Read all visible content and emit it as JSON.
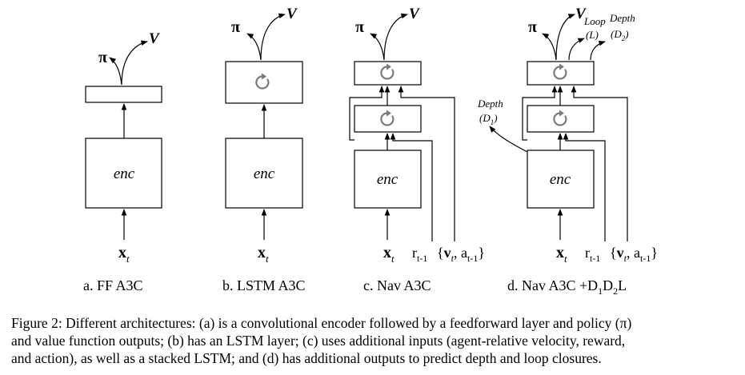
{
  "figure": {
    "panels": [
      {
        "label": "a. FF A3C",
        "enc": "enc",
        "pi": "π",
        "v": "V",
        "input": "x",
        "input_sub": "t"
      },
      {
        "label": "b. LSTM A3C",
        "enc": "enc",
        "pi": "π",
        "v": "V",
        "input": "x",
        "input_sub": "t"
      },
      {
        "label": "c. Nav A3C",
        "enc": "enc",
        "pi": "π",
        "v": "V",
        "input": "x",
        "input_sub": "t",
        "reward": "r",
        "reward_sub": "t-1",
        "extra_v": "v",
        "extra_v_sub": "t",
        "extra_a": "a",
        "extra_a_sub": "t-1"
      },
      {
        "label": "d. Nav A3C +D",
        "label_sub1": "1",
        "label_mid": "D",
        "label_sub2": "2",
        "label_end": "L",
        "enc": "enc",
        "pi": "π",
        "v": "V",
        "input": "x",
        "input_sub": "t",
        "reward": "r",
        "reward_sub": "t-1",
        "extra_v": "v",
        "extra_v_sub": "t",
        "extra_a": "a",
        "extra_a_sub": "t-1",
        "loop_label": "Loop",
        "loop_paren": "(L)",
        "depth2_label": "Depth",
        "depth2_paren": "(D",
        "depth2_sub": "2",
        "depth2_close": ")",
        "depth1_label": "Depth",
        "depth1_paren": "(D",
        "depth1_sub": "1",
        "depth1_close": ")"
      }
    ],
    "caption_lines": [
      "Figure 2: Different architectures: (a) is a convolutional encoder followed by a feedforward layer and policy (π)",
      "and value function outputs; (b) has an LSTM layer; (c) uses additional inputs (agent-relative velocity, reward,",
      "and action), as well as a stacked LSTM; and (d) has additional outputs to predict depth and loop closures."
    ]
  }
}
